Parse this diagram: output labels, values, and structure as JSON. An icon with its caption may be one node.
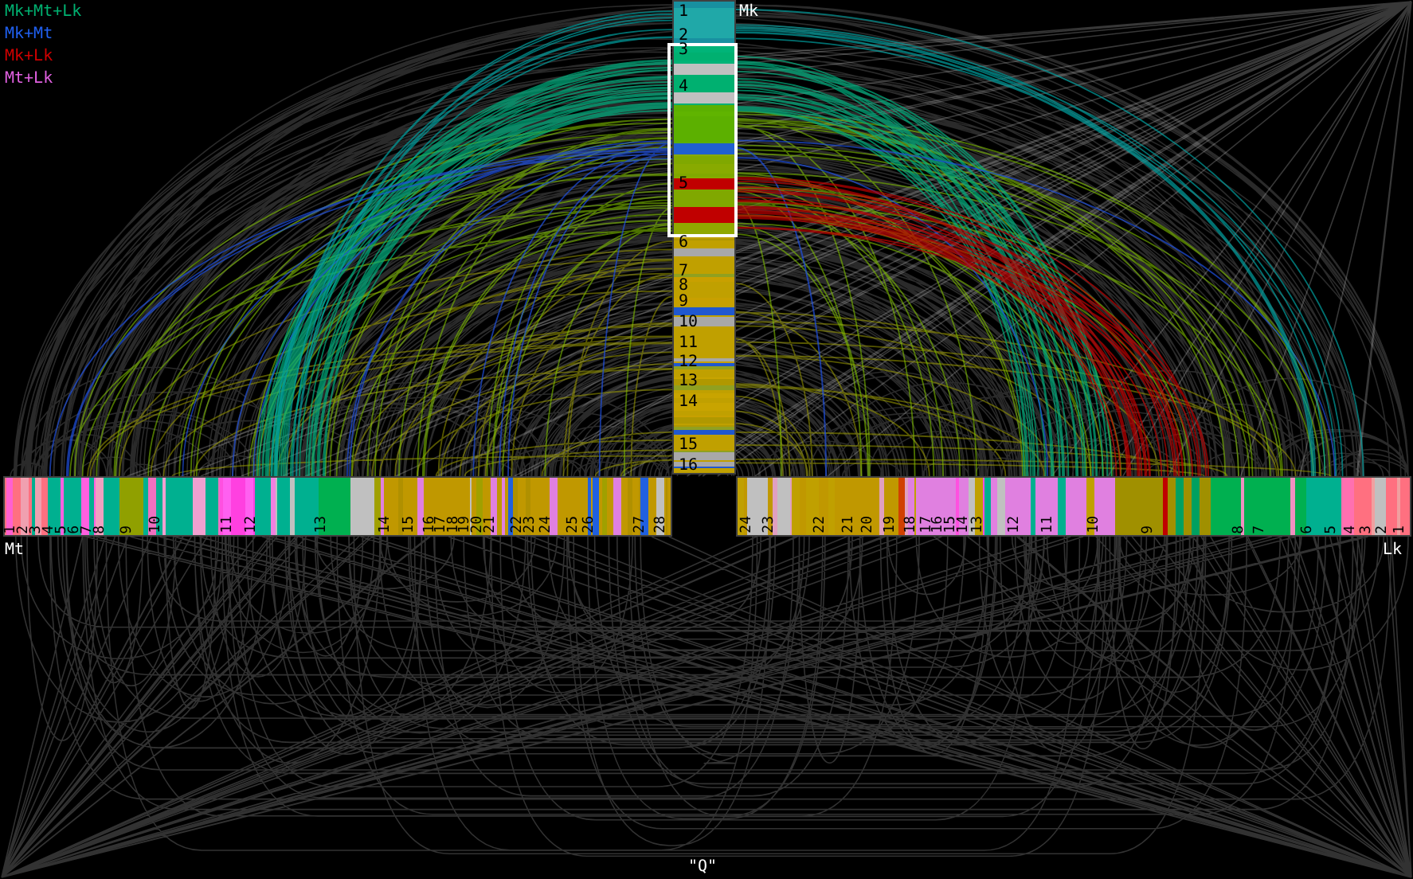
{
  "diagram": {
    "labels": [
      "1",
      "Mk",
      "2",
      "3",
      "4",
      "5",
      "6",
      "7",
      "8",
      "9",
      "10",
      "11",
      "12",
      "13",
      "14",
      "15",
      "16",
      "1",
      "2",
      "3",
      "4",
      "5",
      "6",
      "7",
      "8",
      "9",
      "10",
      "11",
      "12",
      "13",
      "14",
      "15",
      "16",
      "17",
      "18",
      "19",
      "20",
      "21",
      "22",
      "23",
      "24",
      "25",
      "26",
      "27",
      "28",
      "24",
      "23",
      "22",
      "21",
      "20",
      "19",
      "18",
      "17",
      "16",
      "15",
      "14",
      "13",
      "12",
      "11",
      "10",
      "9",
      "8",
      "7",
      "6",
      "5",
      "4",
      "3",
      "2",
      "1",
      "Mt",
      "Lk",
      "\"Q\""
    ],
    "legend": [
      {
        "text": "Mk+Mt+Lk",
        "color": "#00b070"
      },
      {
        "text": "Mk+Mt",
        "color": "#2060f0"
      },
      {
        "text": "Mk+Lk",
        "color": "#d00000"
      },
      {
        "text": "Mt+Lk",
        "color": "#e060e0"
      }
    ]
  }
}
